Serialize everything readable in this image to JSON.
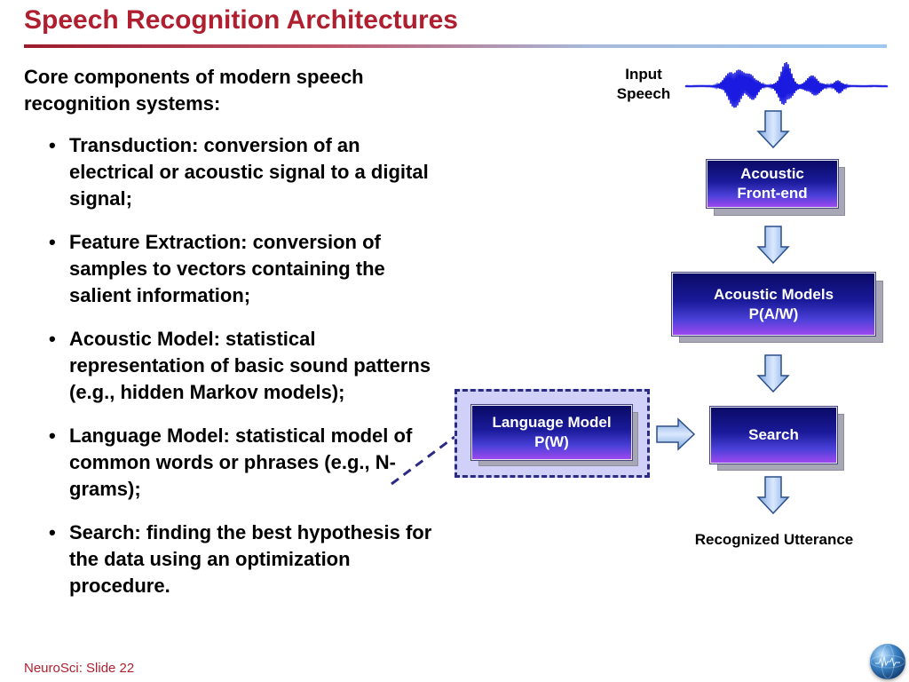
{
  "slide": {
    "title": "Speech Recognition Architectures",
    "footer": "NeuroSci: Slide 22"
  },
  "left_panel": {
    "intro": "Core components of modern speech recognition systems:",
    "bullet_symbol": "•",
    "bullets": [
      "Transduction: conversion of an electrical or acoustic signal to a digital signal;",
      "Feature Extraction: conversion of samples to vectors containing the salient information;",
      "Acoustic Model: statistical representation of basic sound patterns (e.g., hidden Markov models);",
      "Language Model: statistical model of common words or phrases (e.g., N-grams);",
      "Search: finding the best hypothesis for the data using an optimization procedure."
    ]
  },
  "diagram": {
    "input_label_line1": "Input",
    "input_label_line2": "Speech",
    "acoustic_frontend_line1": "Acoustic",
    "acoustic_frontend_line2": "Front-end",
    "acoustic_models_line1": "Acoustic Models",
    "acoustic_models_line2": "P(A/W)",
    "language_model_line1": "Language Model",
    "language_model_line2": "P(W)",
    "search_label": "Search",
    "output_label": "Recognized Utterance",
    "colors": {
      "box_dark": "#0a0a66",
      "box_light": "#9c48ee",
      "arrow_fill": "#a8c8f0",
      "arrow_stroke": "#2a4f8a",
      "waveform": "#1a1ae0",
      "dashed": "#2b2b85",
      "lm_highlight": "#d0d0f8"
    }
  }
}
